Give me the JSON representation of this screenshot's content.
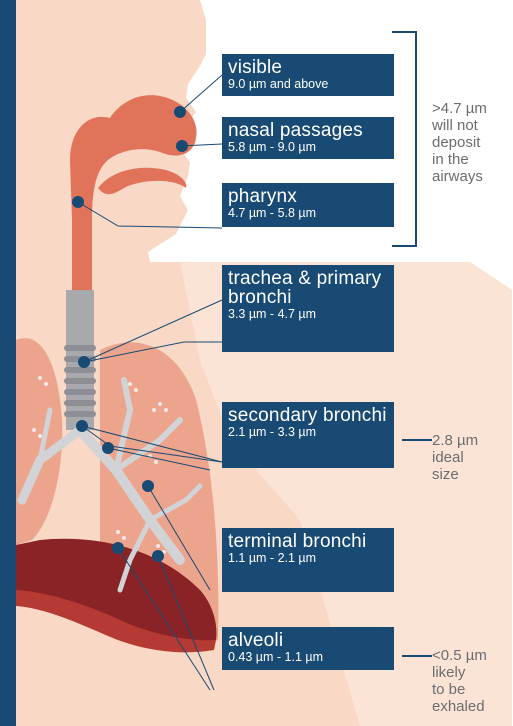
{
  "colors": {
    "navy": "#184a73",
    "skin": "#f9d8c5",
    "lung": "#eda48c",
    "tissue": "#e2735b",
    "airway": "#c9cbcf",
    "note": "#6c6d6f"
  },
  "labels": [
    {
      "title": "visible",
      "range": "9.0 µm and above"
    },
    {
      "title": "nasal passages",
      "range": "5.8 µm - 9.0 µm"
    },
    {
      "title": "pharynx",
      "range": "4.7 µm - 5.8 µm"
    },
    {
      "title": "trachea & primary bronchi",
      "range": "3.3 µm - 4.7 µm"
    },
    {
      "title": "secondary bronchi",
      "range": "2.1 µm - 3.3 µm"
    },
    {
      "title": "terminal bronchi",
      "range": "1.1 µm - 2.1 µm"
    },
    {
      "title": "alveoli",
      "range": "0.43 µm - 1.1 µm"
    }
  ],
  "notes": {
    "upper": [
      ">4.7 µm",
      "will not",
      "deposit",
      "in the",
      "airways"
    ],
    "ideal": [
      "2.8 µm",
      "ideal",
      "size"
    ],
    "exhaled": [
      "<0.5 µm",
      "likely",
      "to be",
      "exhaled"
    ]
  }
}
